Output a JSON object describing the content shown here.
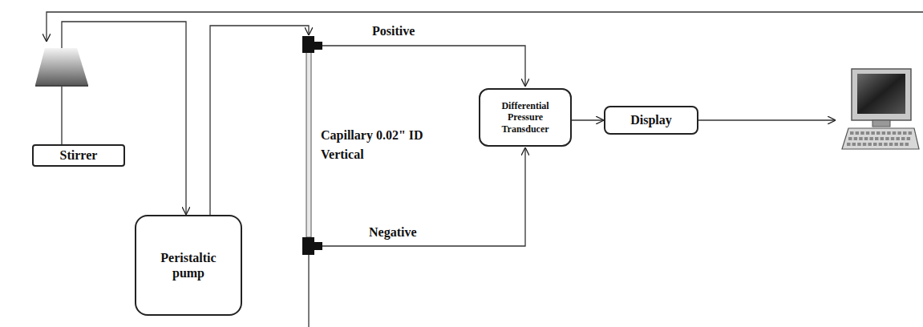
{
  "diagram": {
    "nodes": [
      {
        "text": [
          "Stirrer"
        ]
      },
      {
        "text": [
          "Peristaltic pump"
        ]
      },
      {
        "text": [
          "Differential Pressure Transducer"
        ]
      },
      {
        "text": [
          "Display"
        ]
      }
    ],
    "edges": [
      {
        "from": 0,
        "to": 1,
        "arrow": "to"
      },
      {
        "from": 2,
        "to": 3,
        "arrow": "to"
      }
    ],
    "labels": [
      "Positive",
      "Negative",
      "Capillary 0.02\" ID",
      "Vertical"
    ]
  }
}
